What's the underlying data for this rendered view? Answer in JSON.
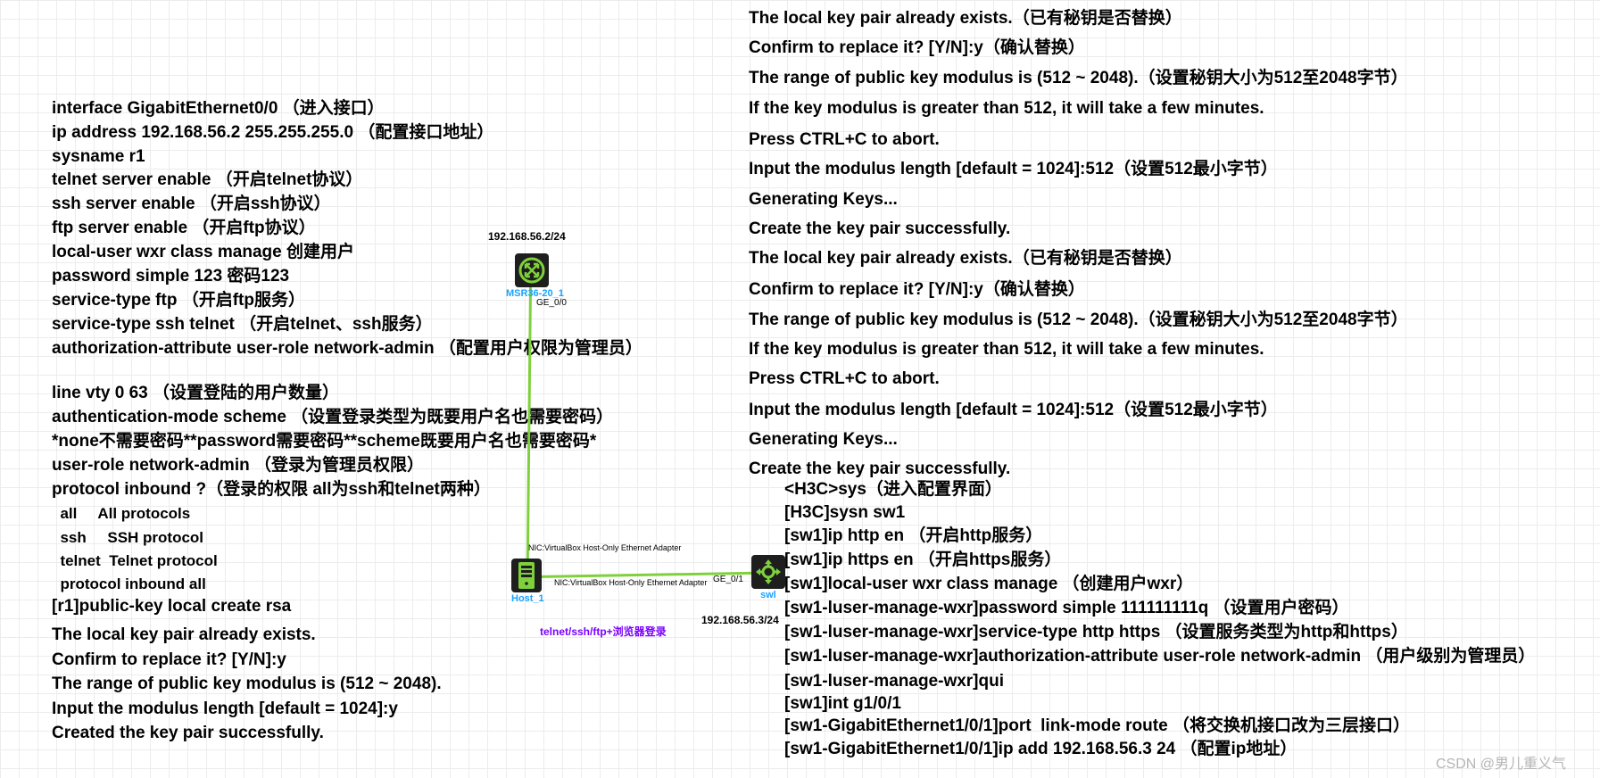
{
  "left_commands": [
    "interface GigabitEthernet0/0 （进入接口）",
    "ip address 192.168.56.2 255.255.255.0 （配置接口地址）",
    "sysname r1",
    "telnet server enable （开启telnet协议）",
    "ssh server enable （开启ssh协议）",
    "ftp server enable （开启ftp协议）",
    "local-user wxr class manage 创建用户",
    "password simple 123 密码123",
    "service-type ftp （开启ftp服务）",
    "service-type ssh telnet （开启telnet、ssh服务）",
    "authorization-attribute user-role network-admin （配置用户权限为管理员）",
    "line vty 0 63 （设置登陆的用户数量）",
    "authentication-mode scheme （设置登录类型为既要用户名也需要密码）",
    "*none不需要密码**password需要密码**scheme既要用户名也需要密码*",
    "user-role network-admin （登录为管理员权限）",
    "protocol inbound ?（登录的权限 all为ssh和telnet两种）",
    "  all     All protocols",
    "  ssh     SSH protocol",
    "  telnet  Telnet protocol",
    "  protocol inbound all",
    "[r1]public-key local create rsa",
    "The local key pair already exists.",
    "Confirm to replace it? [Y/N]:y",
    "The range of public key modulus is (512 ~ 2048).",
    "Input the modulus length [default = 1024]:y",
    "Created the key pair successfully."
  ],
  "right_top_output": [
    "The local key pair already exists.（已有秘钥是否替换）",
    "Confirm to replace it? [Y/N]:y（确认替换）",
    "The range of public key modulus is (512 ~ 2048).（设置秘钥大小为512至2048字节）",
    "If the key modulus is greater than 512, it will take a few minutes.",
    "Press CTRL+C to abort.",
    "Input the modulus length [default = 1024]:512（设置512最小字节）",
    "Generating Keys...",
    "Create the key pair successfully.",
    "The local key pair already exists.（已有秘钥是否替换）",
    "Confirm to replace it? [Y/N]:y（确认替换）",
    "The range of public key modulus is (512 ~ 2048).（设置秘钥大小为512至2048字节）",
    "If the key modulus is greater than 512, it will take a few minutes.",
    "Press CTRL+C to abort.",
    "Input the modulus length [default = 1024]:512（设置512最小字节）",
    "Generating Keys...",
    "Create the key pair successfully."
  ],
  "right_switch_commands": [
    "<H3C>sys（进入配置界面）",
    "[H3C]sysn sw1",
    "[sw1]ip http en （开启http服务）",
    "[sw1]ip https en （开启https服务）",
    "[sw1]local-user wxr class manage （创建用户wxr）",
    "[sw1-luser-manage-wxr]password simple 111111111q （设置用户密码）",
    "[sw1-luser-manage-wxr]service-type http https （设置服务类型为http和https）",
    "[sw1-luser-manage-wxr]authorization-attribute user-role network-admin （用户级别为管理员）",
    "[sw1-luser-manage-wxr]qui",
    "[sw1]int g1/0/1",
    "[sw1-GigabitEthernet1/0/1]port  link-mode route （将交换机接口改为三层接口）",
    "[sw1-GigabitEthernet1/0/1]ip add 192.168.56.3 24 （配置ip地址）"
  ],
  "topology": {
    "router": {
      "name": "MSR36-20_1",
      "ip": "192.168.56.2/24",
      "port": "GE_0/0",
      "icon": "router-icon"
    },
    "host": {
      "name": "Host_1",
      "icon": "server-icon",
      "nic_to_router": "NIC:VirtualBox Host-Only Ethernet Adapter",
      "nic_to_switch": "NIC:VirtualBox Host-Only Ethernet Adapter"
    },
    "switch": {
      "name": "swl",
      "ip": "192.168.56.3/24",
      "port": "GE_0/1",
      "icon": "switch-icon"
    },
    "login_note": "telnet/ssh/ftp+浏览器登录"
  },
  "watermark": "CSDN @男儿重义气",
  "colors": {
    "link": "#7ed13c",
    "device_label": "#1aa3ff",
    "note": "#7a00ff",
    "icon_green": "#7ed13c"
  }
}
